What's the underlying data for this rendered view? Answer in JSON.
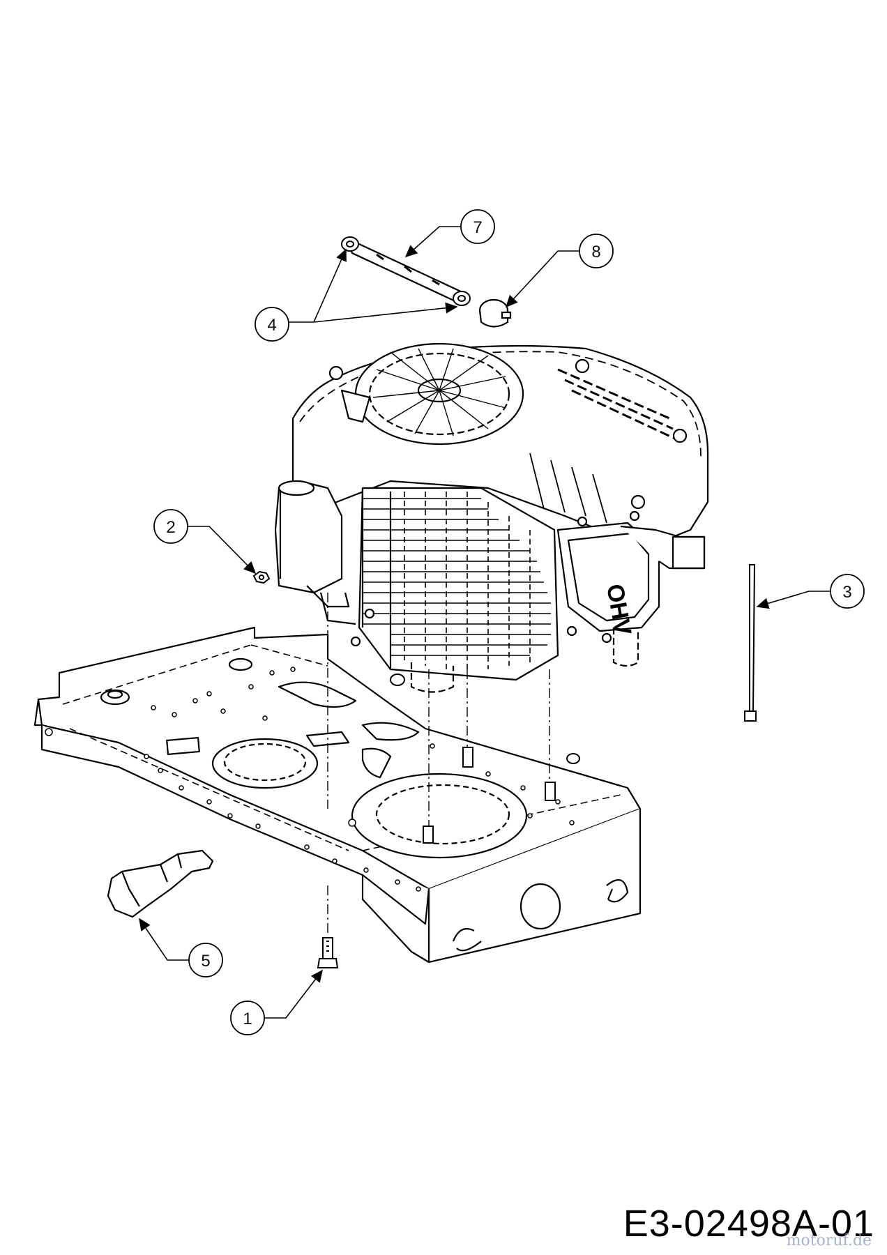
{
  "callouts": {
    "c1": "1",
    "c2": "2",
    "c3": "3",
    "c4": "4",
    "c5": "5",
    "c7": "7",
    "c8": "8"
  },
  "engine_mark": "OHV",
  "reference_code": "E3-02498A-01",
  "watermark": "motoruf.de"
}
